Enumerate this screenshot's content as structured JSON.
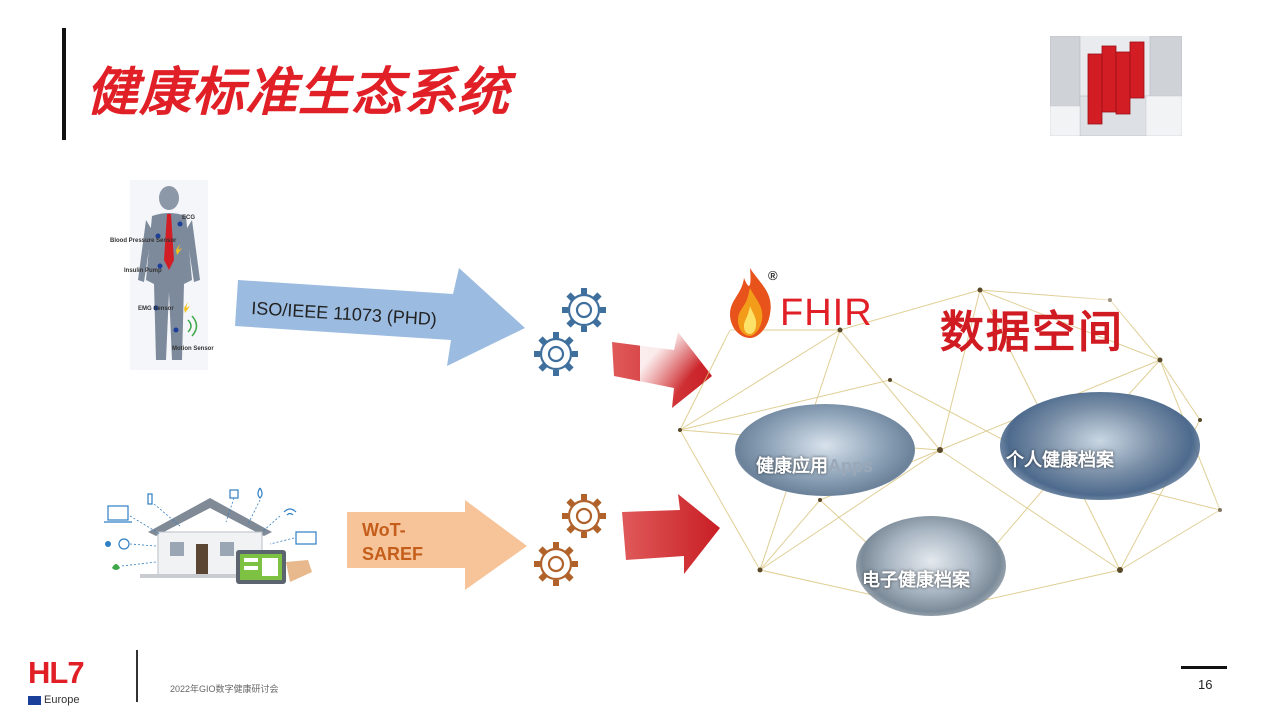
{
  "slide": {
    "title": "健康标准生态系统",
    "page_number": "16",
    "footer_text": "2022年GIO数字健康研讨会"
  },
  "logo": {
    "hl7": "HL7",
    "europe": "Europe"
  },
  "left_panel": {
    "phd_arrow_label": "ISO/IEEE 11073 (PHD)",
    "wot_arrow_label": "WoT-\nSAREF",
    "sensor_labels": [
      "ECG",
      "Blood Pressure Sensor",
      "Insulin Pump",
      "EMG Sensor",
      "Motion Sensor"
    ]
  },
  "right_panel": {
    "fhir_text": "FHIR",
    "fhir_reg": "®",
    "data_space": "数据空间",
    "nodes": {
      "apps": "健康应用",
      "apps_suffix": "Apps",
      "personal": "个人健康档案",
      "ehr": "电子健康档案"
    }
  },
  "colors": {
    "accent_red": "#e01f26",
    "arrow_blue": "#9bbbe0",
    "arrow_orange": "#f7c49a",
    "gear_blue": "#3f6f9c",
    "gear_brown": "#b0622a",
    "network_gold": "#d8c27a"
  }
}
